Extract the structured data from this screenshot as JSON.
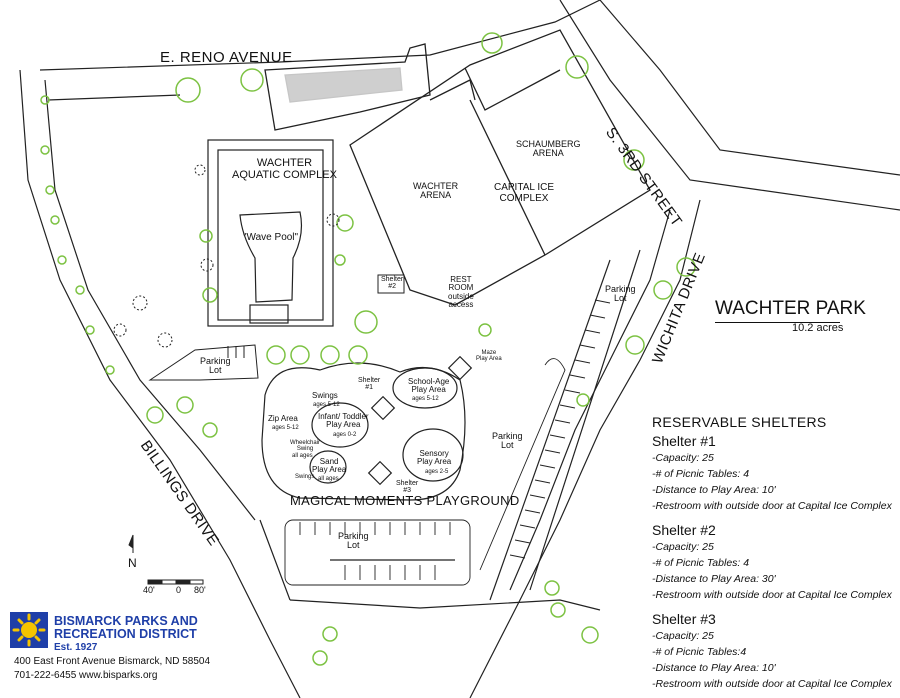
{
  "map": {
    "title": "WACHTER PARK",
    "acres": "10.2 acres",
    "streets": {
      "reno": "E. RENO AVENUE",
      "third": "S. 3RD STREET",
      "wichita": "WICHITA DRIVE",
      "billings": "BILLINGS DRIVE"
    },
    "buildings": {
      "aquatic": "WACHTER\nAQUATIC COMPLEX",
      "wave_pool": "\"Wave Pool\"",
      "wachter_arena": "WACHTER\nARENA",
      "schaumberg": "SCHAUMBERG\nARENA",
      "capital_ice": "CAPITAL ICE\nCOMPLEX",
      "restroom": "REST\nROOM\noutside\naccess"
    },
    "parking_lots": [
      "Parking\nLot",
      "Parking\nLot",
      "Parking\nLot",
      "Parking\nLot"
    ],
    "play_areas": {
      "zip": "Zip Area",
      "zip_ages": "ages 5-12",
      "swings": "Swings",
      "swings_ages": "ages 5-12",
      "infant": "Infant/ Toddler\nPlay Area",
      "infant_ages": "ages 0-2",
      "school": "School-Age\nPlay Area",
      "school_ages": "ages 5-12",
      "maze": "Maze\nPlay Area",
      "sensory": "Sensory\nPlay Area",
      "sensory_ages": "ages 2-5",
      "sand": "Sand\nPlay Area",
      "sand_ages": "all ages",
      "wheelchair": "Wheelchair\nSwing",
      "wheelchair_ages": "all ages",
      "swings_small": "Swings",
      "playground": "MAGICAL MOMENTS PLAYGROUND"
    },
    "shelter_markers": [
      "Shelter\n#1",
      "Shelter\n#2",
      "Shelter\n#3"
    ],
    "north": "N",
    "scale_labels": [
      "40'",
      "0",
      "80'"
    ]
  },
  "shelters": {
    "heading": "RESERVABLE SHELTERS",
    "items": [
      {
        "name": "Shelter #1",
        "rows": [
          "-Capacity: 25",
          "-# of Picnic Tables: 4",
          "-Distance to Play Area: 10'",
          "-Restroom with outside door at Capital Ice Complex"
        ]
      },
      {
        "name": "Shelter #2",
        "rows": [
          "-Capacity: 25",
          "-# of Picnic Tables: 4",
          "-Distance to Play Area: 30'",
          "-Restroom with outside door at Capital Ice Complex"
        ]
      },
      {
        "name": "Shelter #3",
        "rows": [
          "-Capacity: 25",
          "-# of Picnic Tables:4",
          "-Distance to Play Area: 10'",
          "-Restroom with outside door at Capital Ice Complex"
        ]
      }
    ]
  },
  "logo": {
    "line1": "BISMARCK PARKS AND",
    "line2": "RECREATION DISTRICT",
    "est": "Est. 1927"
  },
  "contact": {
    "address": "400 East Front Avenue  Bismarck, ND 58504",
    "phone_web": "701-222-6455   www.bisparks.org"
  },
  "colors": {
    "tree": "#7cc242",
    "logo_blue": "#1f3fa8",
    "logo_yellow": "#f5c400",
    "line": "#222222"
  }
}
